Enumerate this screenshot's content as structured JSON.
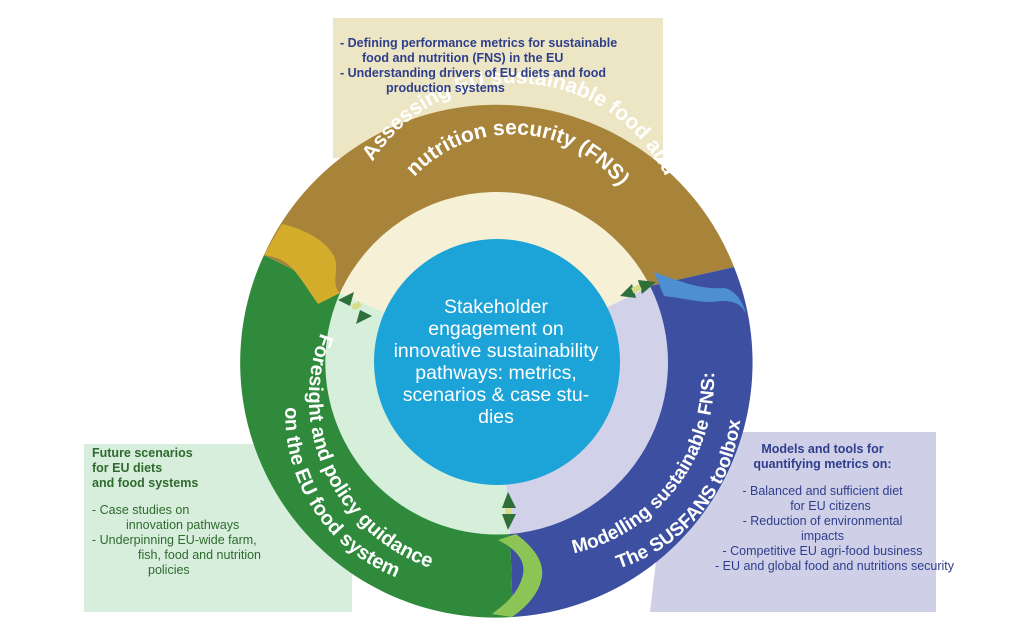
{
  "top_box": {
    "lines": [
      "- Defining performance metrics for sustainable",
      "food and nutrition (FNS) in the EU",
      "- Understanding drivers of EU diets and food",
      "production systems"
    ]
  },
  "left_box": {
    "heading": [
      "Future scenarios",
      "for EU diets",
      "and food systems"
    ],
    "lines": [
      "- Case studies on",
      "innovation pathways",
      "- Underpinning EU-wide farm,",
      "fish, food and nutrition",
      "policies"
    ]
  },
  "right_box": {
    "heading": [
      "Models and tools for",
      "quantifying metrics on:"
    ],
    "lines": [
      "- Balanced and sufficient diet",
      "for EU citizens",
      "- Reduction of environmental",
      "impacts",
      "- Competitive EU agri-food business",
      "- EU and global food and nutritions security"
    ]
  },
  "ring": {
    "top_label": [
      "Assessing EU sustainable food and",
      "nutrition security (FNS)"
    ],
    "left_label": [
      "Foresight and policy guidance",
      "on the EU food system"
    ],
    "right_label": [
      "Modelling sustainable FNS:",
      "The SUSFANS toolbox"
    ]
  },
  "center": {
    "lines": [
      "Stakeholder",
      "engagement on",
      "innovative sustainability",
      "pathways: metrics,",
      "scenarios & case stu-",
      "dies"
    ]
  },
  "colors": {
    "top_segment": "#a8843a",
    "left_segment": "#2f8a3c",
    "right_segment": "#3d4fa0",
    "center": "#1ca3d7",
    "top_box": "#ede6c4",
    "left_box": "#d7eedc",
    "right_box": "#cfd0e8"
  }
}
